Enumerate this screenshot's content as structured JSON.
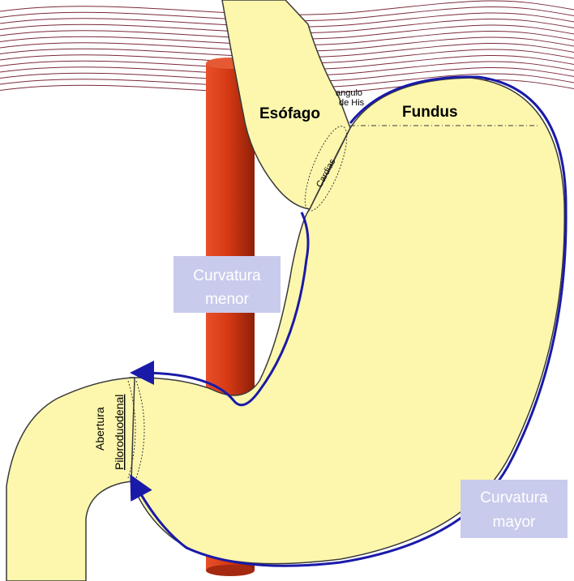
{
  "labels": {
    "esofago": "Esófago",
    "fundus": "Fundus",
    "angulo_line1": "angulo",
    "angulo_line2": "de His",
    "cardias": "Cardias",
    "abertura": "Abertura",
    "piloroduodenal": "Piloroduodenal",
    "curvatura_menor_line1": "Curvatura",
    "curvatura_menor_line2": "menor",
    "curvatura_mayor_line1": "Curvatura",
    "curvatura_mayor_line2": "mayor"
  },
  "colors": {
    "organ_fill": "#fdf7ad",
    "organ_outline": "#3a3a3a",
    "curvature_arrow": "#1a1aa8",
    "aorta": "#c9300f",
    "diaphragm_lines": "#7a2a3a",
    "label_box": "#c9cbec"
  }
}
